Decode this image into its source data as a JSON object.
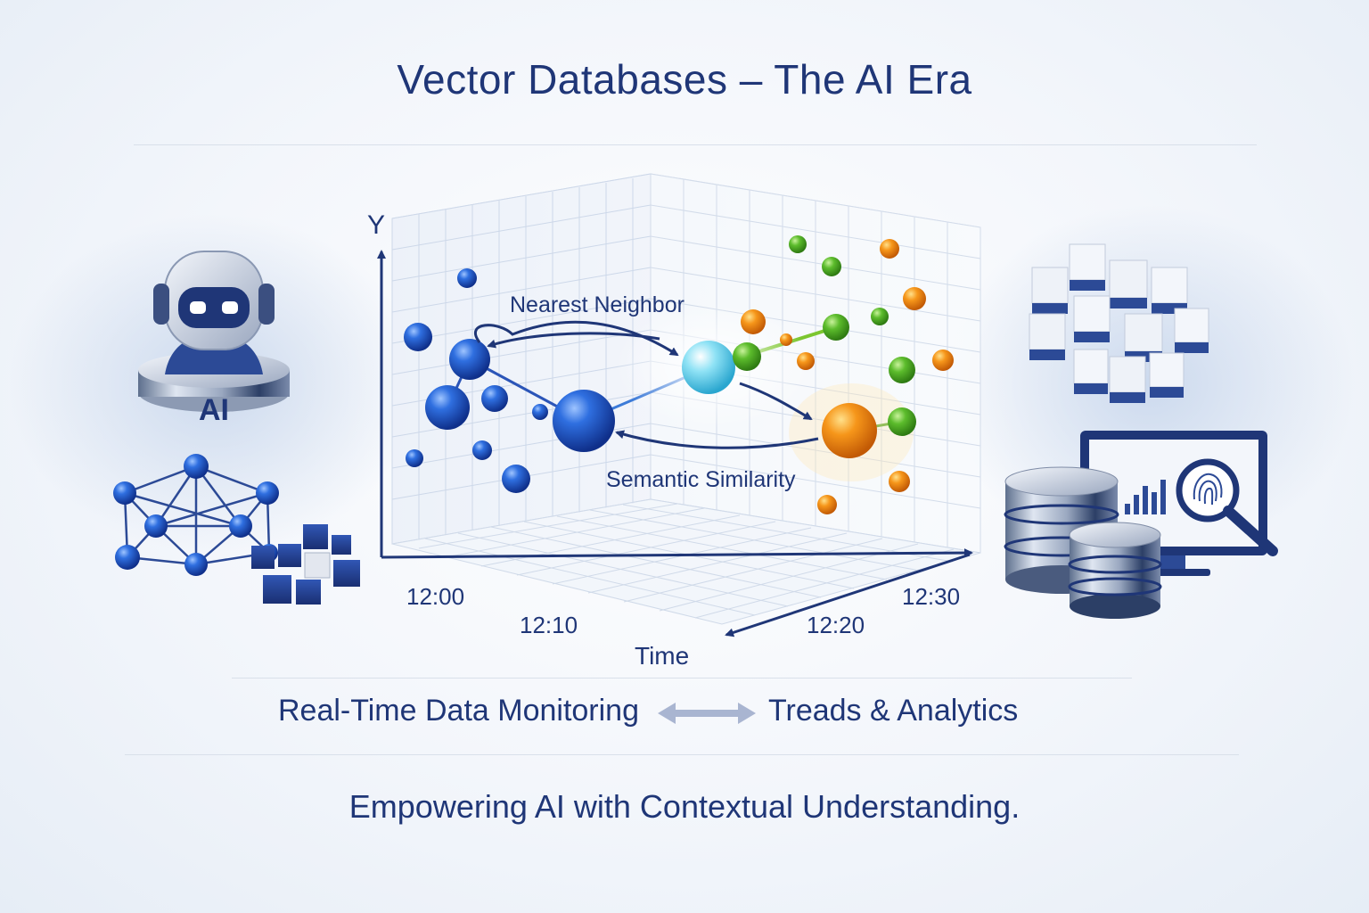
{
  "title": "Vector Databases – The AI Era",
  "chart": {
    "y_axis_label": "Y",
    "x_axis_label": "Time",
    "time_ticks": [
      "12:00",
      "12:10",
      "12:20",
      "12:30"
    ],
    "annotation_top": "Nearest Neighbor",
    "annotation_bottom": "Semantic Similarity"
  },
  "robot": {
    "badge_label": "AI"
  },
  "bottom_row": {
    "left_text": "Real-Time Data Monitoring",
    "right_text": "Treads & Analytics"
  },
  "tagline": "Empowering AI with Contextual Understanding.",
  "colors": {
    "navy": "#1f3677",
    "blue": "#2156c7",
    "cyan": "#5ec8e8",
    "green": "#4fae2a",
    "orange": "#f08a14"
  }
}
